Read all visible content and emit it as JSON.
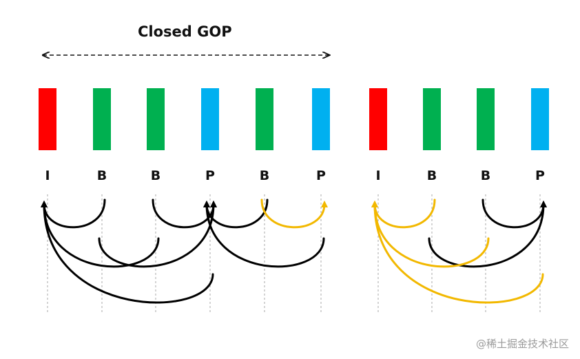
{
  "title": "Closed GOP",
  "watermark": "@稀土掘金技术社区",
  "colors": {
    "I": "#ff0000",
    "B": "#00b050",
    "P": "#00b0f0",
    "arrow_black": "#000000",
    "arrow_gold": "#f2b800",
    "dashed_line": "#aaaaaa"
  },
  "frames": [
    {
      "type": "I",
      "label": "I"
    },
    {
      "type": "B",
      "label": "B"
    },
    {
      "type": "B",
      "label": "B"
    },
    {
      "type": "P",
      "label": "P"
    },
    {
      "type": "B",
      "label": "B"
    },
    {
      "type": "P",
      "label": "P"
    },
    {
      "type": "I",
      "label": "I"
    },
    {
      "type": "B",
      "label": "B"
    },
    {
      "type": "B",
      "label": "B"
    },
    {
      "type": "P",
      "label": "P"
    }
  ],
  "references": [
    {
      "from": 1,
      "to": 0,
      "color": "black"
    },
    {
      "from": 1,
      "to": 3,
      "color": "black"
    },
    {
      "from": 2,
      "to": 0,
      "color": "black"
    },
    {
      "from": 2,
      "to": 3,
      "color": "black"
    },
    {
      "from": 3,
      "to": 0,
      "color": "black"
    },
    {
      "from": 4,
      "to": 3,
      "color": "black"
    },
    {
      "from": 4,
      "to": 5,
      "color": "gold"
    },
    {
      "from": 5,
      "to": 3,
      "color": "black"
    },
    {
      "from": 7,
      "to": 6,
      "color": "gold"
    },
    {
      "from": 7,
      "to": 9,
      "color": "black"
    },
    {
      "from": 8,
      "to": 6,
      "color": "gold"
    },
    {
      "from": 8,
      "to": 9,
      "color": "black"
    },
    {
      "from": 9,
      "to": 6,
      "color": "gold"
    }
  ]
}
